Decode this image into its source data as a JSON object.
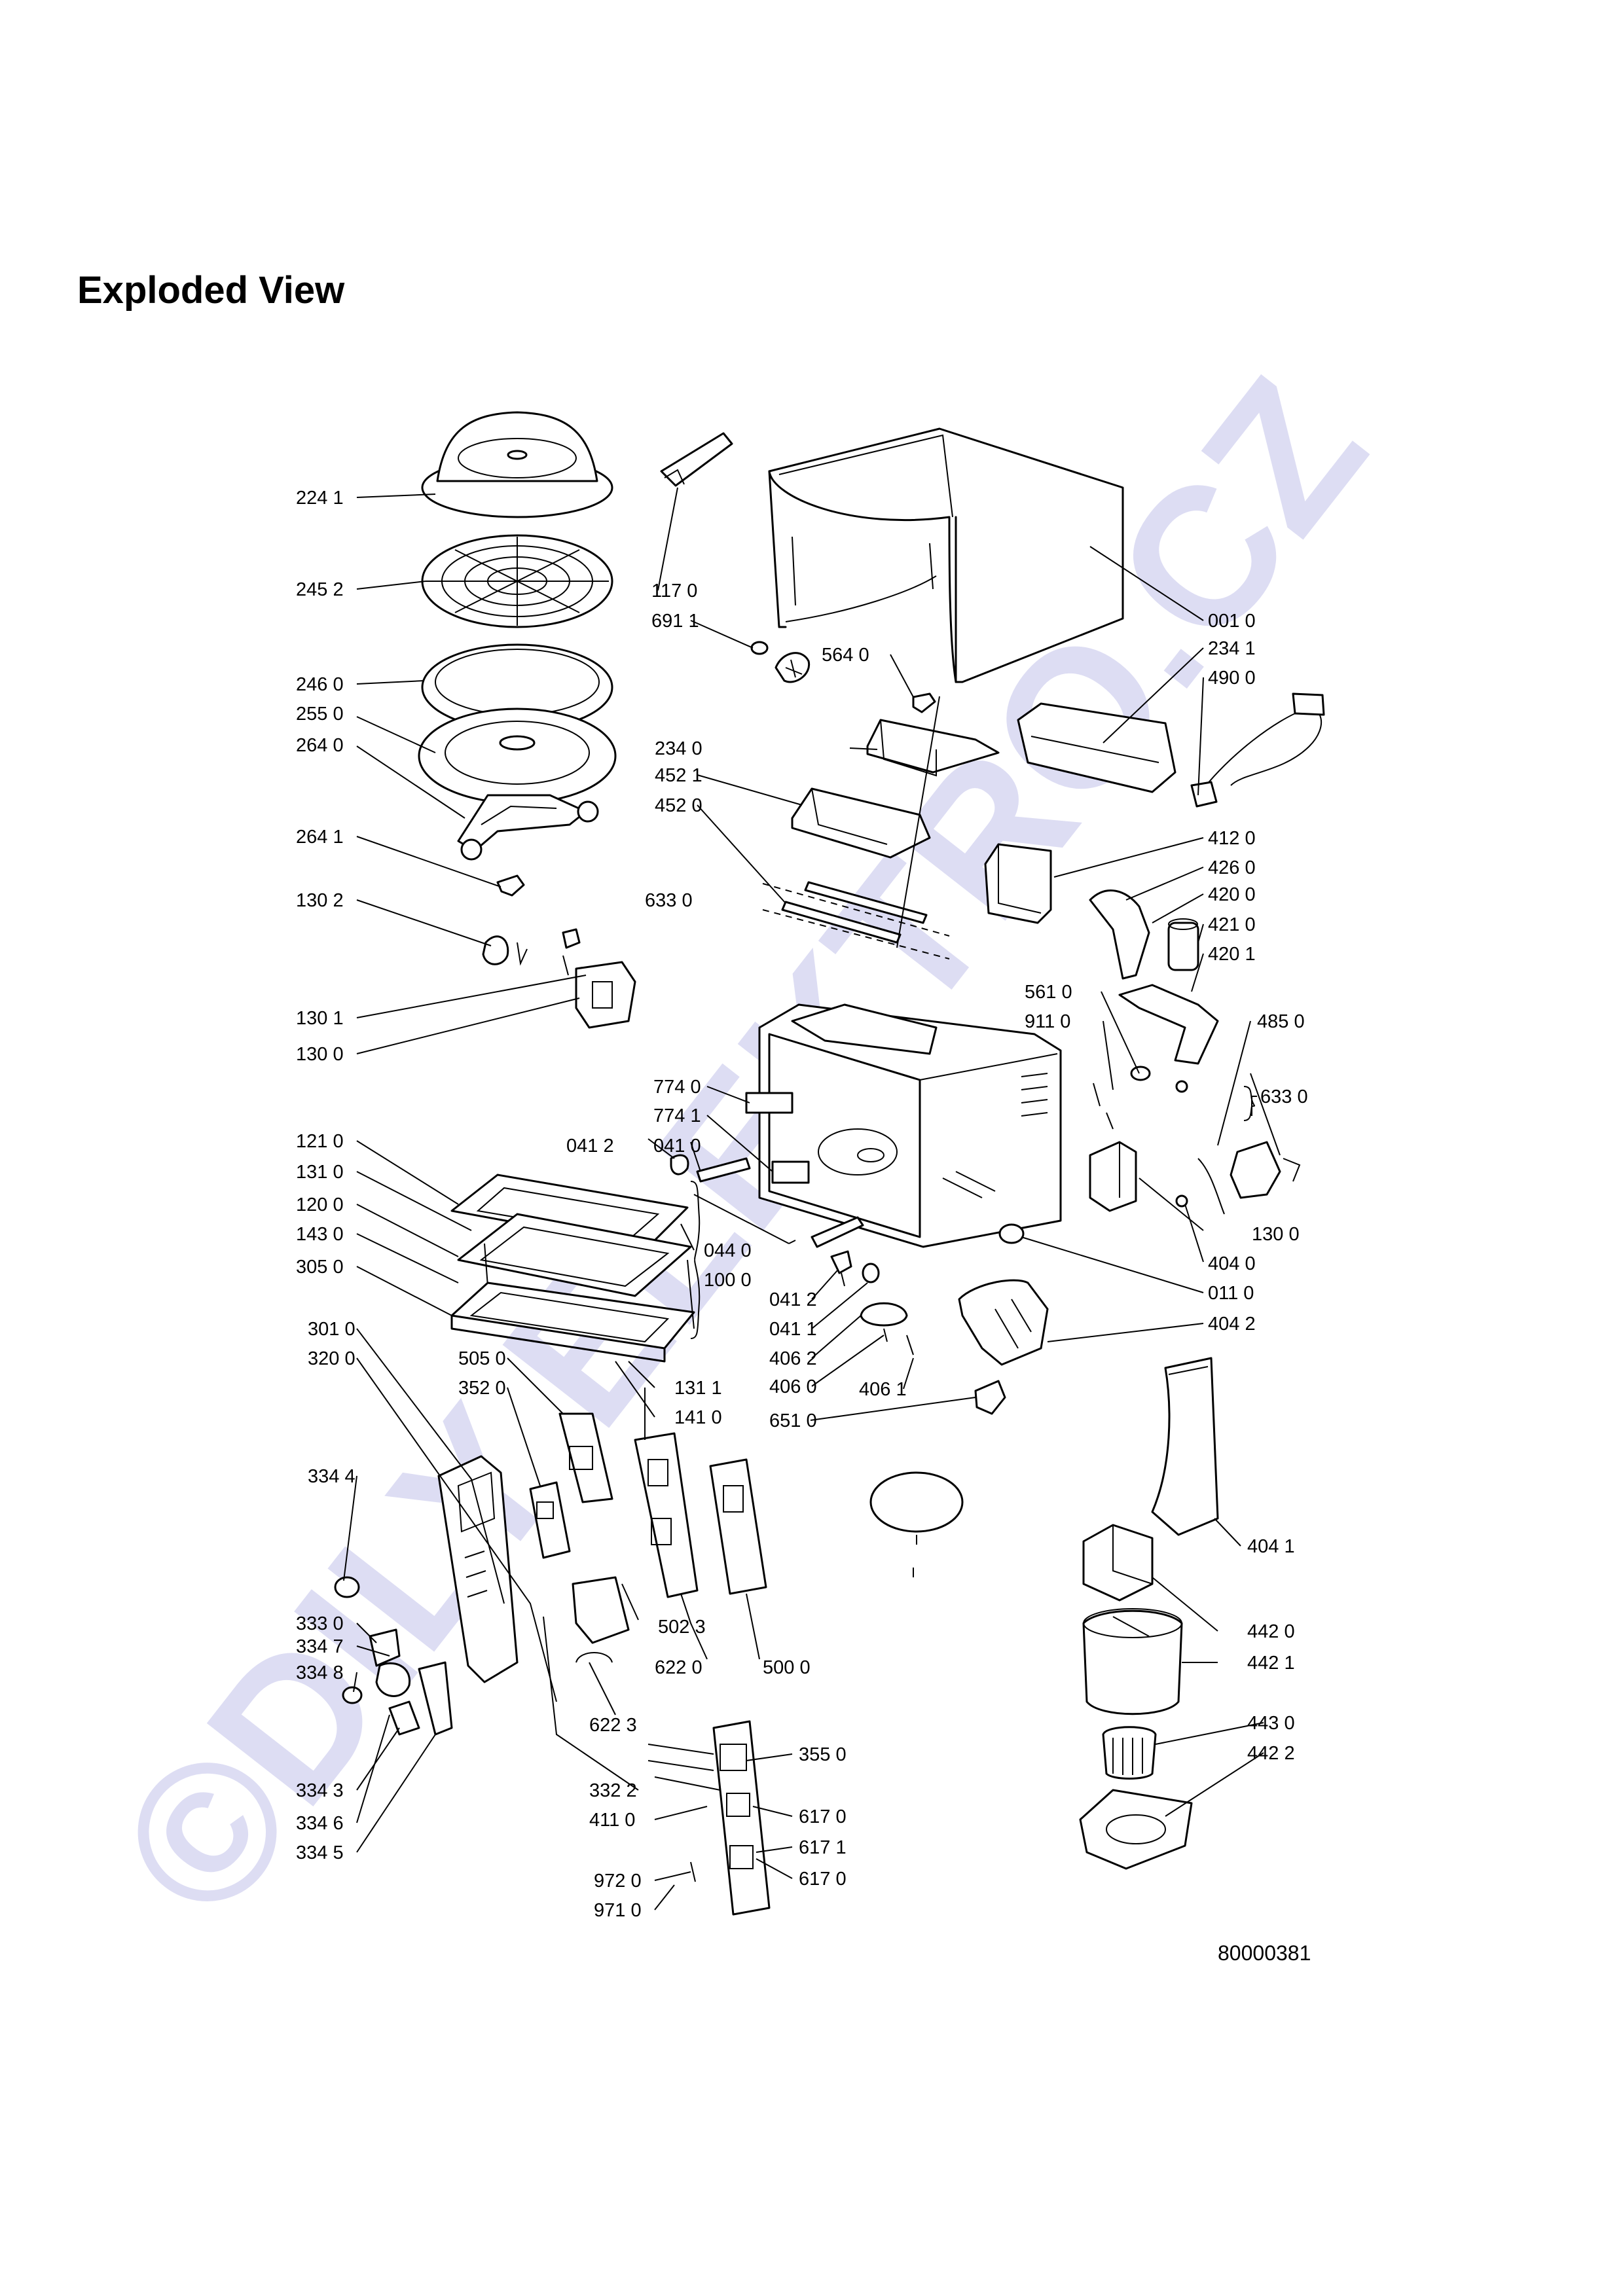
{
  "page": {
    "title": "Exploded View",
    "document_number": "80000381",
    "watermark": "©DILY ELEKTRO.CZ",
    "watermark_color": "#d8d8f2"
  },
  "part_labels": [
    "224 1",
    "245 2",
    "246 0",
    "255 0",
    "264 0",
    "264 1",
    "130 2",
    "130 1",
    "130 0",
    "117 0",
    "691 1",
    "564 0",
    "633 0",
    "001 0",
    "234 1",
    "490 0",
    "234 0",
    "452 1",
    "452 0",
    "412 0",
    "426 0",
    "420 0",
    "421 0",
    "420 1",
    "561 0",
    "911 0",
    "485 0",
    "633 0",
    "774 0",
    "774 1",
    "041 2",
    "041 0",
    "121 0",
    "131 0",
    "120 0",
    "143 0",
    "305 0",
    "044 0",
    "100 0",
    "041 2",
    "041 1",
    "406 2",
    "406 0",
    "406 1",
    "651 0",
    "130 0",
    "404 0",
    "011 0",
    "404 2",
    "131 1",
    "141 0",
    "301 0",
    "320 0",
    "505 0",
    "352 0",
    "334 4",
    "333 0",
    "334 7",
    "334 8",
    "502 3",
    "622 0",
    "500 0",
    "622 3",
    "334 3",
    "334 6",
    "334 5",
    "332 2",
    "411 0",
    "355 0",
    "617 0",
    "617 1",
    "617 0",
    "972 0",
    "971 0",
    "404 1",
    "442 0",
    "442 1",
    "443 0",
    "442 2"
  ]
}
